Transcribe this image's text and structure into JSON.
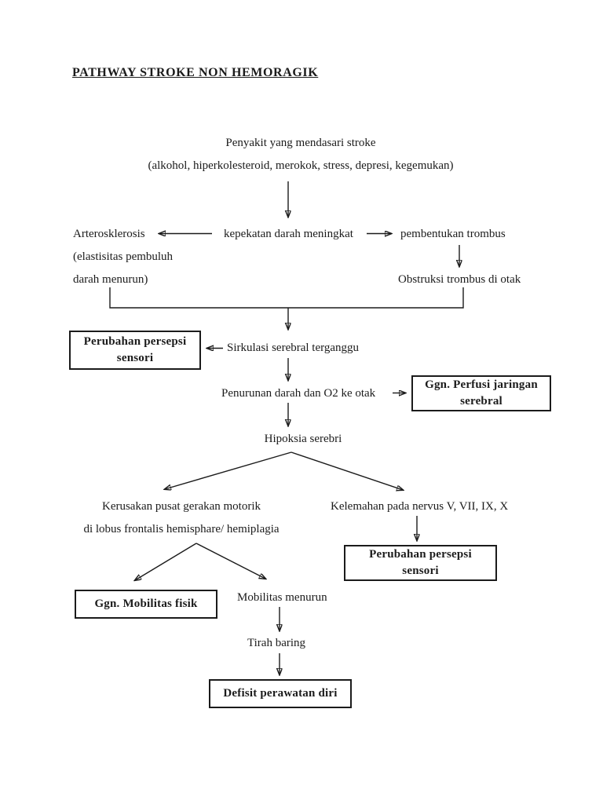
{
  "title": "PATHWAY STROKE NON HEMORAGIK",
  "flowchart": {
    "root_line1": "Penyakit yang mendasari stroke",
    "root_line2": "(alkohol, hiperkolesteroid, merokok, stress, depresi, kegemukan)",
    "arterosklerosis": "Arterosklerosis",
    "arterosklerosis_note1": "(elastisitas pembuluh",
    "arterosklerosis_note2": "darah menurun)",
    "kepekatan_darah": "kepekatan darah meningkat",
    "pembentukan_trombus": "pembentukan trombus",
    "obstruksi_trombus": "Obstruksi trombus di otak",
    "sirkulasi_terganggu": "Sirkulasi serebral terganggu",
    "dx_perubahan_persepsi_1": "Perubahan persepsi sensori",
    "penurunan_o2": "Penurunan darah dan O2 ke otak",
    "dx_ggn_perfusi": "Ggn. Perfusi jaringan serebral",
    "hipoksia_serebri": "Hipoksia serebri",
    "kerusakan_line1": "Kerusakan pusat gerakan motorik",
    "kerusakan_line2": "di lobus frontalis hemisphare/ hemiplagia",
    "kelemahan_nervus": "Kelemahan pada nervus V, VII, IX, X",
    "dx_perubahan_persepsi_2": "Perubahan persepsi sensori",
    "dx_ggn_mobilitas": "Ggn. Mobilitas fisik",
    "mobilitas_menurun": "Mobilitas menurun",
    "tirah_baring": "Tirah baring",
    "dx_defisit_perawatan": "Defisit perawatan diri"
  },
  "colors": {
    "ink": "#1b1b1b",
    "page_bg": "#ffffff"
  }
}
